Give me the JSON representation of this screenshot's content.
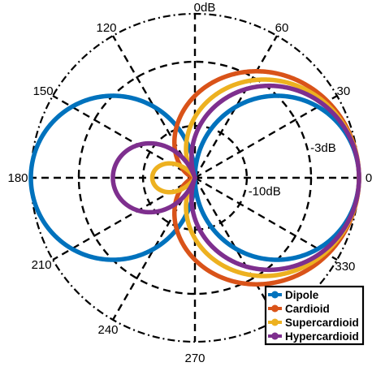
{
  "chart_data": {
    "type": "polar-line",
    "title": "",
    "angle_unit": "degrees",
    "angle_tick_labels": [
      {
        "angle": 0,
        "text": "0"
      },
      {
        "angle": 30,
        "text": "30"
      },
      {
        "angle": 60,
        "text": "60"
      },
      {
        "angle": 120,
        "text": "120"
      },
      {
        "angle": 150,
        "text": "150"
      },
      {
        "angle": 180,
        "text": "180"
      },
      {
        "angle": 210,
        "text": "210"
      },
      {
        "angle": 240,
        "text": "240"
      },
      {
        "angle": 270,
        "text": "270"
      },
      {
        "angle": 330,
        "text": "330"
      }
    ],
    "spoke_angles": [
      0,
      30,
      60,
      90,
      120,
      150,
      180,
      210,
      240,
      270,
      300,
      330
    ],
    "radial_grid": [
      {
        "level_db": 0,
        "label": "0dB",
        "label_angle": 90
      },
      {
        "level_db": -3,
        "label": "-3dB",
        "label_angle": 15
      },
      {
        "level_db": -10,
        "label": "-10dB",
        "label_angle": 345
      }
    ],
    "radial_scale": "linear-magnitude",
    "rlim": [
      0,
      1
    ],
    "grid": true,
    "legend_position": "bottom-right",
    "series": [
      {
        "name": "Dipole",
        "color": "#0072BD",
        "pattern": "cos(theta)",
        "alpha": 0
      },
      {
        "name": "Cardioid",
        "color": "#D95319",
        "pattern": "0.5 + 0.5*cos(theta)",
        "alpha": 0.5
      },
      {
        "name": "Supercardioid",
        "color": "#EDB120",
        "pattern": "0.37 + 0.63*cos(theta)",
        "alpha": 0.37
      },
      {
        "name": "Hypercardioid",
        "color": "#7E2F8E",
        "pattern": "0.25 + 0.75*cos(theta)",
        "alpha": 0.25
      }
    ]
  }
}
